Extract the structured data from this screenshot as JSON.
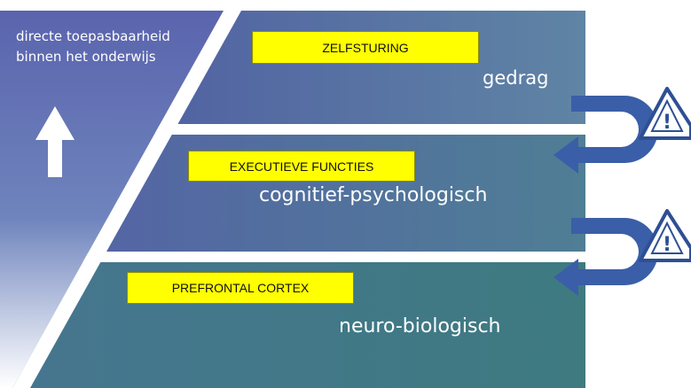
{
  "caption": [
    "directe toepasbaarheid",
    "binnen het onderwijs"
  ],
  "levels": [
    {
      "name": "gedrag",
      "tag": "ZELFSTURING"
    },
    {
      "name": "cognitief-psychologisch",
      "tag": "EXECUTIEVE FUNCTIES"
    },
    {
      "name": "neuro-biologisch",
      "tag": "PREFRONTAL CORTEX"
    }
  ],
  "warning_icon_glyph": "!",
  "colors": {
    "top_band": "#5a65a8",
    "middle_band": "#4f77a0",
    "bottom_band": "#3f7a84",
    "arrow_blue": "#3a5fa8",
    "tag_yellow": "#ffff00"
  }
}
